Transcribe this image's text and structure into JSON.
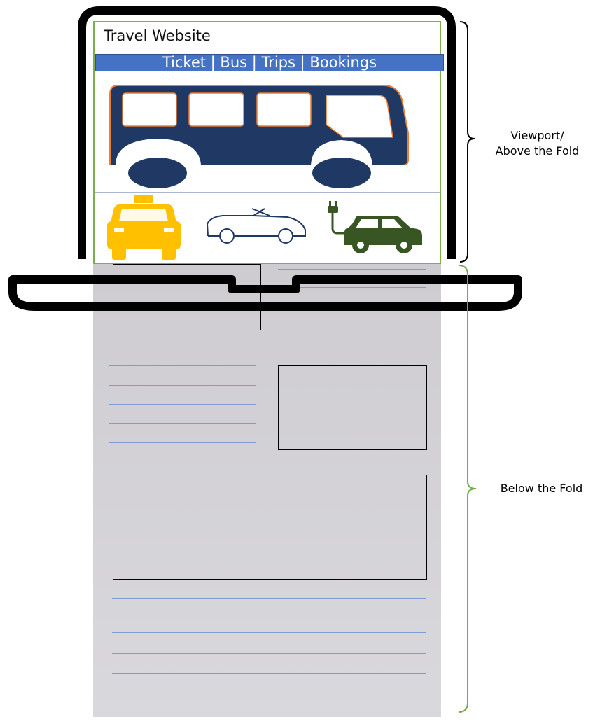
{
  "website": {
    "title": "Travel Website",
    "nav_text": "Ticket | Bus | Trips | Bookings"
  },
  "annotations": {
    "viewport_line1": "Viewport/",
    "viewport_line2": "Above the Fold",
    "below": "Below the Fold"
  },
  "icons": [
    "bus-icon",
    "taxi-icon",
    "convertible-car-icon",
    "electric-car-icon"
  ],
  "colors": {
    "nav_bar": "#4472c4",
    "bus": "#1f3864",
    "bus_outline": "#ed7d31",
    "taxi": "#ffc000",
    "electric_car": "#375623",
    "fold_brackets_viewport": "#000000",
    "fold_bracket_below": "#70ad47",
    "page_background": "#cccacf"
  }
}
